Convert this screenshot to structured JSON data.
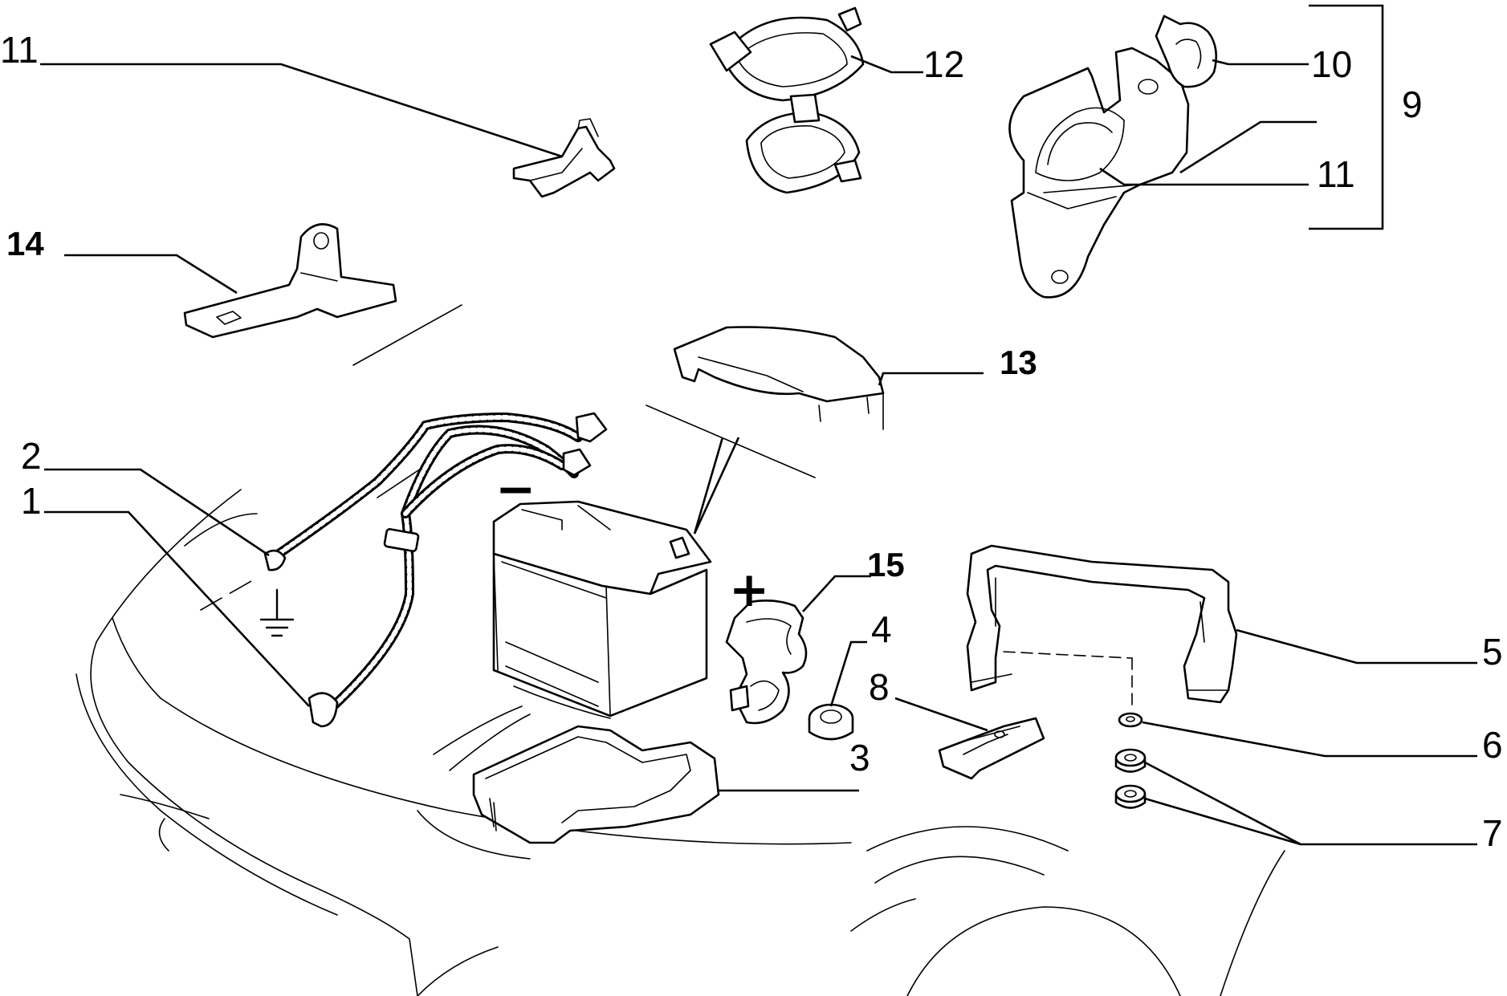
{
  "callouts": {
    "c1": "1",
    "c2": "2",
    "c3": "3",
    "c4": "4",
    "c5": "5",
    "c6": "6",
    "c7": "7",
    "c8": "8",
    "c9": "9",
    "c10": "10",
    "c11a": "11",
    "c11b": "11",
    "c12": "12",
    "c13": "13",
    "c14": "14",
    "c15": "15"
  },
  "symbols": {
    "positive": "+",
    "negative": "−"
  }
}
